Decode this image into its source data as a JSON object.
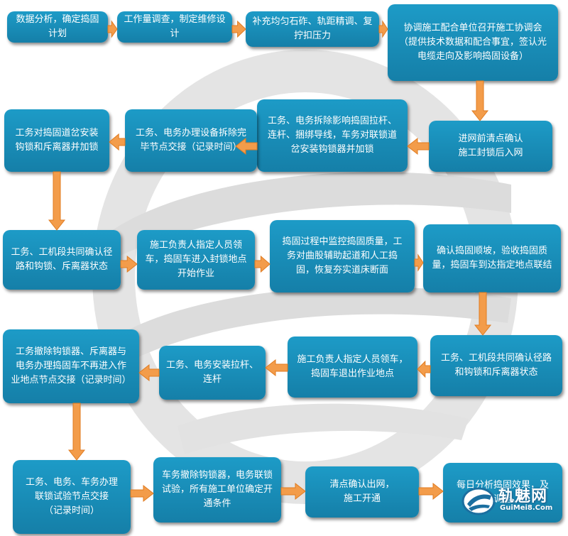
{
  "steps": [
    {
      "id": "s1",
      "lines": [
        "数据分析，确定捣固",
        "计划"
      ]
    },
    {
      "id": "s2",
      "lines": [
        "工作量调查，制定维修设",
        "计"
      ]
    },
    {
      "id": "s3",
      "lines": [
        "补充均匀石砟、轨距精调、复",
        "拧扣压力"
      ]
    },
    {
      "id": "s4",
      "lines": [
        "协调施工配合单位召开施工协调会",
        "（提供技术数据和配合事宜，签认光",
        "电缆走向及影响捣固设备）"
      ]
    },
    {
      "id": "s5",
      "lines": [
        "进网前清点确认",
        "施工封锁后入网"
      ]
    },
    {
      "id": "s6",
      "lines": [
        "工务、电务拆除影响捣固拉杆、",
        "连杆、捆绑导线，车务对联锁道",
        "岔安装钩锁器并加锁"
      ]
    },
    {
      "id": "s7",
      "lines": [
        "工务、电务办理设备拆除完",
        "毕节点交接（记录时间）"
      ]
    },
    {
      "id": "s8",
      "lines": [
        "工务对捣固道岔安装",
        "钩锁和斥离器并加锁"
      ]
    },
    {
      "id": "s9",
      "lines": [
        "工务、工机段共同确认径",
        "路和钩锁、斥离器状态"
      ]
    },
    {
      "id": "s10",
      "lines": [
        "施工负责人指定人员领",
        "车，捣固车进入封锁地点",
        "开始作业"
      ]
    },
    {
      "id": "s11",
      "lines": [
        "捣固过程中监控捣固质量，工",
        "务对曲股辅助起道和人工捣",
        "固，恢复夯实道床断面"
      ]
    },
    {
      "id": "s12",
      "lines": [
        "确认捣固顺坡，验收捣固质",
        "量，捣固车到达指定地点联结"
      ]
    },
    {
      "id": "s13",
      "lines": [
        "工务、工机段共同确认径路",
        "和钩锁和斥离器状态"
      ]
    },
    {
      "id": "s14",
      "lines": [
        "施工负责人指定人员领车，",
        "捣固车退出作业地点"
      ]
    },
    {
      "id": "s15",
      "lines": [
        "工务、电务安装拉杆、",
        "连杆"
      ]
    },
    {
      "id": "s16",
      "lines": [
        "工务撤除钩锁器、斥离器与",
        "电务办理捣固车不再进入作",
        "业地点节点交接（记录时间）"
      ]
    },
    {
      "id": "s17",
      "lines": [
        "工务、电务、车务办理",
        "联锁试验节点交接",
        "（记录时间）"
      ]
    },
    {
      "id": "s18",
      "lines": [
        "车务撤除钩锁器，电务联锁",
        "试验，所有施工单位确定开",
        "通条件"
      ]
    },
    {
      "id": "s19",
      "lines": [
        "清点确认出网，",
        "施工开通"
      ]
    },
    {
      "id": "s20",
      "lines": [
        "每日分析捣固效果，及",
        "时调整。"
      ]
    }
  ],
  "logo": {
    "name": "轨魅网",
    "domain": "GuiMei8.Com"
  },
  "colors": {
    "box": "#1a8fbb",
    "arrow": "#f39c4a",
    "arrow_edge": "#e07b20",
    "watermark": "#d9d9d9"
  }
}
